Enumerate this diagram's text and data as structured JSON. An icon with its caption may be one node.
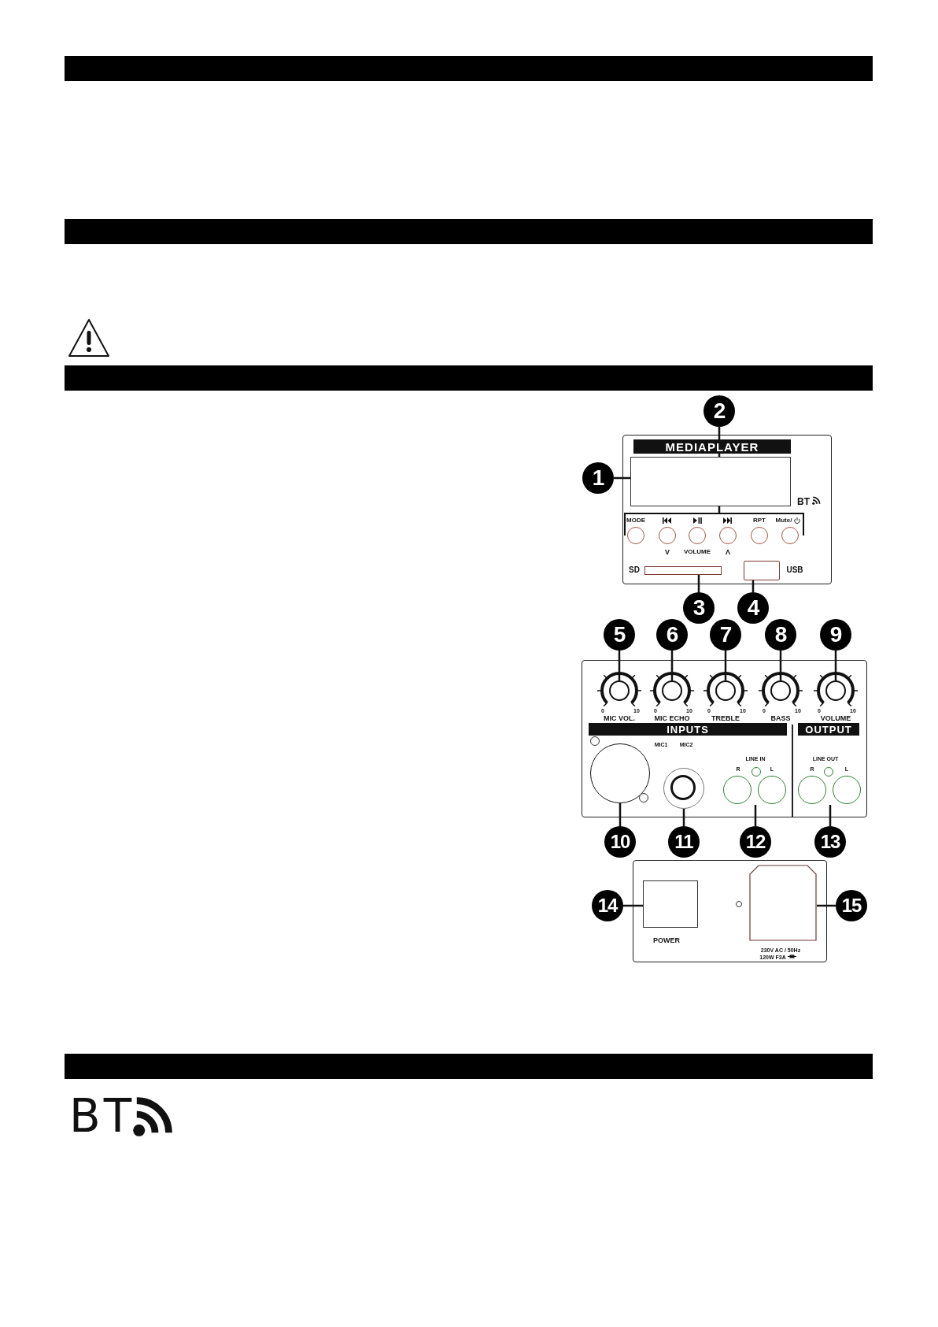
{
  "diagram": {
    "nodes": [
      {
        "text": [
          "1"
        ]
      },
      {
        "text": [
          "2"
        ]
      },
      {
        "text": [
          "3"
        ]
      },
      {
        "text": [
          "4"
        ]
      },
      {
        "text": [
          "5"
        ]
      },
      {
        "text": [
          "6"
        ]
      },
      {
        "text": [
          "7"
        ]
      },
      {
        "text": [
          "8"
        ]
      },
      {
        "text": [
          "9"
        ]
      },
      {
        "text": [
          "10"
        ]
      },
      {
        "text": [
          "11"
        ]
      },
      {
        "text": [
          "12"
        ]
      },
      {
        "text": [
          "13"
        ]
      },
      {
        "text": [
          "14"
        ]
      },
      {
        "text": [
          "15"
        ]
      },
      {
        "text": [],
        "shape": "box"
      },
      {
        "text": [],
        "shape": "bar"
      },
      {
        "text": [],
        "shape": "box"
      },
      {
        "text": [],
        "shape": "box"
      },
      {
        "text": [],
        "shape": "circle"
      },
      {
        "text": [],
        "shape": "circle"
      },
      {
        "text": [],
        "shape": "circle"
      },
      {
        "text": [],
        "shape": "circle"
      },
      {
        "text": [],
        "shape": "circle"
      },
      {
        "text": [],
        "shape": "circle"
      },
      {
        "text": [],
        "shape": "circle"
      },
      {
        "text": [],
        "shape": "circle"
      },
      {
        "text": [],
        "shape": "circle"
      },
      {
        "text": [],
        "shape": "box"
      },
      {
        "text": [],
        "shape": "box"
      }
    ],
    "edges": [
      {
        "from": 0,
        "to": 15,
        "arrow": "none"
      },
      {
        "from": 1,
        "to": 16,
        "arrow": "none"
      },
      {
        "from": 2,
        "to": 17,
        "arrow": "none"
      },
      {
        "from": 3,
        "to": 18,
        "arrow": "none"
      },
      {
        "from": 4,
        "to": 19,
        "arrow": "none"
      },
      {
        "from": 5,
        "to": 20,
        "arrow": "none"
      },
      {
        "from": 6,
        "to": 21,
        "arrow": "none"
      },
      {
        "from": 7,
        "to": 22,
        "arrow": "none"
      },
      {
        "from": 8,
        "to": 23,
        "arrow": "none"
      },
      {
        "from": 9,
        "to": 24,
        "arrow": "none"
      },
      {
        "from": 10,
        "to": 25,
        "arrow": "none"
      },
      {
        "from": 11,
        "to": 26,
        "arrow": "none"
      },
      {
        "from": 12,
        "to": 27,
        "arrow": "none"
      },
      {
        "from": 13,
        "to": 28,
        "arrow": "none"
      },
      {
        "from": 14,
        "to": 29,
        "arrow": "none"
      }
    ],
    "labels": [
      "MEDIAPLAYER",
      "BT",
      "MODE",
      "RPT",
      "Mute/",
      "V",
      "VOLUME",
      "Λ",
      "SD",
      "USB",
      "0",
      "10",
      "MIC VOL.",
      "0",
      "10",
      "MIC ECHO",
      "0",
      "10",
      "TREBLE",
      "0",
      "10",
      "BASS",
      "0",
      "10",
      "VOLUME",
      "INPUTS",
      "OUTPUT",
      "MIC1",
      "MIC2",
      "LINE IN",
      "R",
      "L",
      "LINE OUT",
      "R",
      "L",
      "POWER",
      "230V AC / 50Hz",
      "120W F3A",
      "BT"
    ]
  }
}
